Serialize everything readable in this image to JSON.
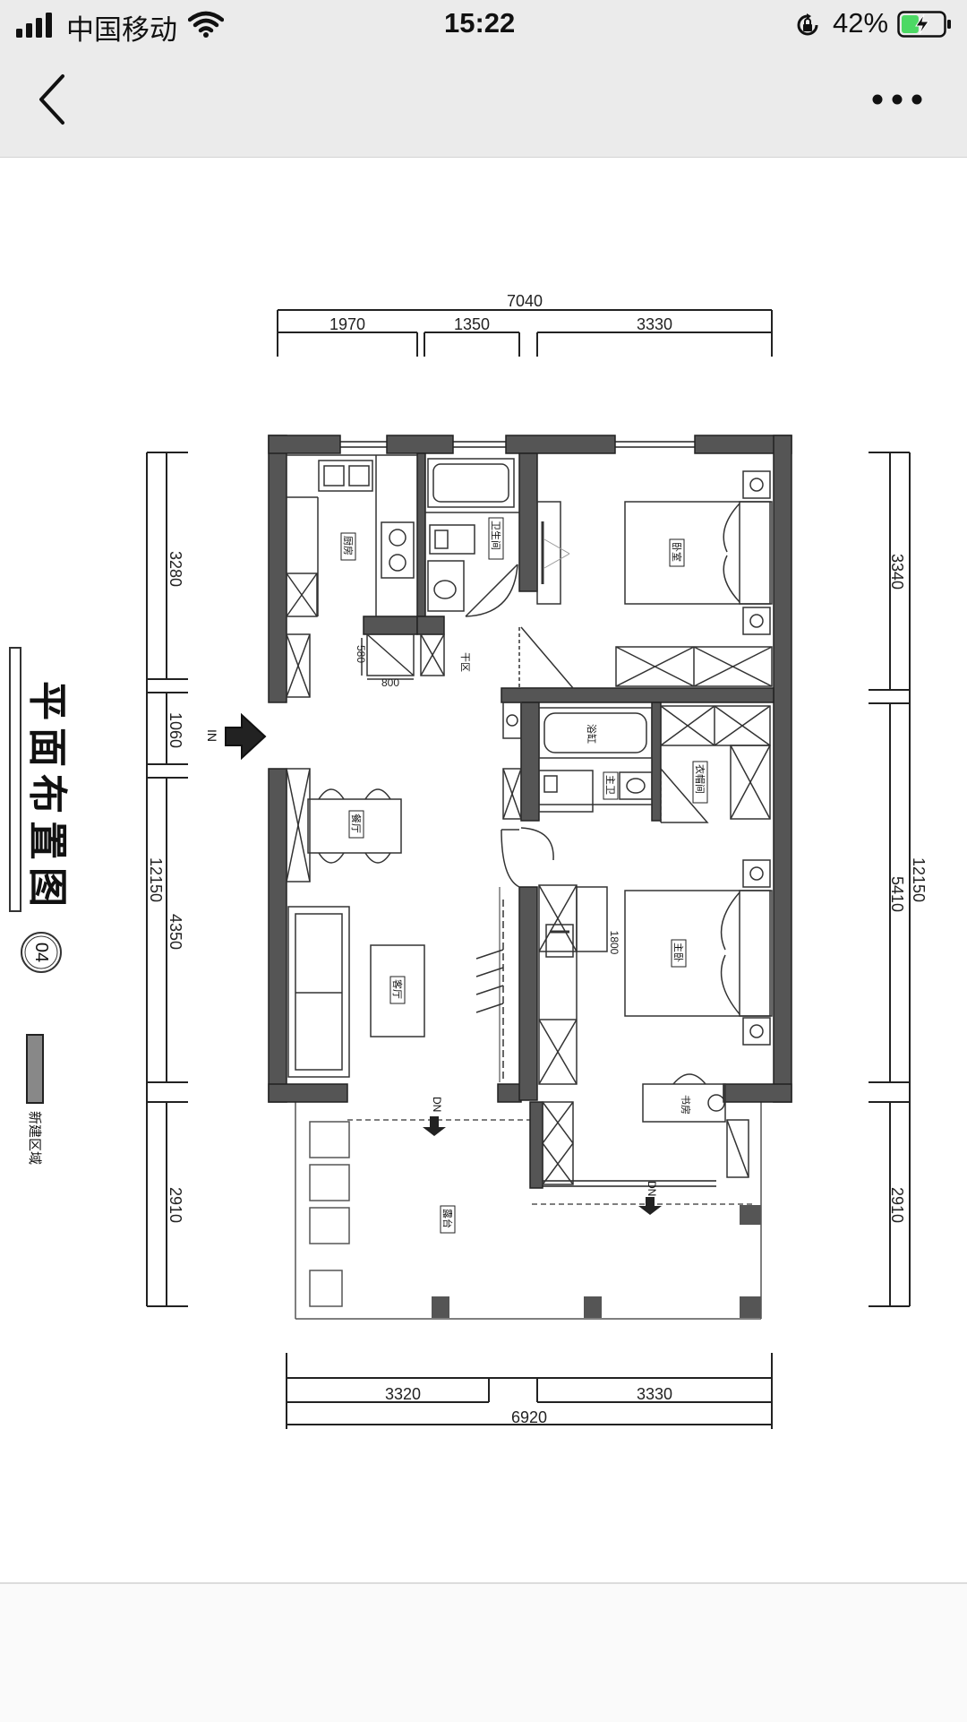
{
  "status": {
    "carrier": "中国移动",
    "time": "15:22",
    "battery_percent": "42%",
    "battery_level": 0.42,
    "icons": [
      "signal-icon",
      "wifi-icon",
      "rotation-lock-icon",
      "battery-charging-icon"
    ]
  },
  "nav": {
    "icons": [
      "back-chevron-icon",
      "more-dots-icon"
    ]
  },
  "plan": {
    "title": "平面布置图",
    "page_number": "04",
    "legend_label": "新建区域",
    "entry_label": "IN",
    "down_label": "DN",
    "dimensions": {
      "top_total": "7040",
      "top_1": "1970",
      "top_2": "1350",
      "top_3": "3330",
      "left_1": "3280",
      "left_2": "1060",
      "left_3": "4350",
      "left_4": "2910",
      "left_total": "12150",
      "right_1": "3340",
      "right_2": "5410",
      "right_3": "2910",
      "right_total": "12150",
      "bottom_1": "3320",
      "bottom_2": "3330",
      "bottom_total": "6920",
      "fridge_w": "800",
      "fridge_d": "580",
      "bed_w": "1800"
    },
    "rooms": {
      "kitchen": "厨房",
      "bath": "卫生间",
      "bedroom": "卧室",
      "dry_area": "干区",
      "bathtub": "浴缸",
      "master_bath": "主卫",
      "walk_in": "衣帽间",
      "dining": "餐厅",
      "living": "客厅",
      "master_bed": "主卧",
      "study": "书房",
      "balcony": "露台"
    }
  }
}
